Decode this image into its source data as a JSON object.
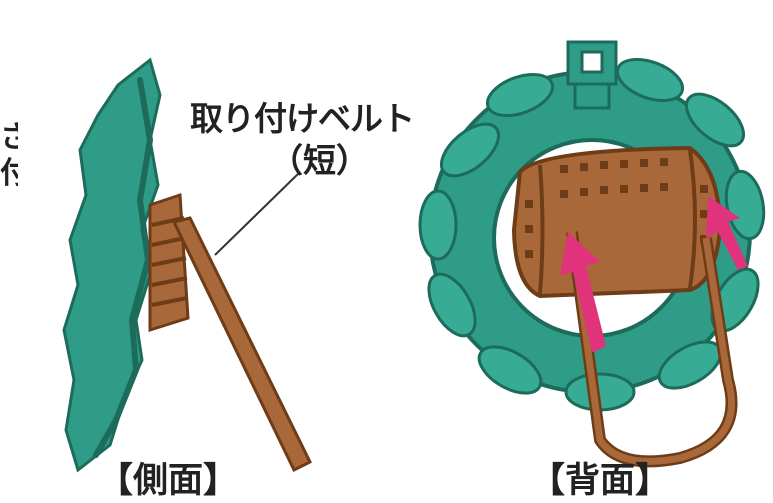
{
  "labels": {
    "belt": "取り付けベルト",
    "belt_sub": "（短）",
    "caption_side": "【側面】",
    "caption_back": "【背面】"
  },
  "colors": {
    "wreath_green": "#2e9c86",
    "wreath_dark": "#1d6b5a",
    "holder_brown": "#a9683a",
    "holder_dark": "#6e3c17",
    "arrow_magenta": "#e0337c"
  },
  "edge_fragment": "さ\n付"
}
